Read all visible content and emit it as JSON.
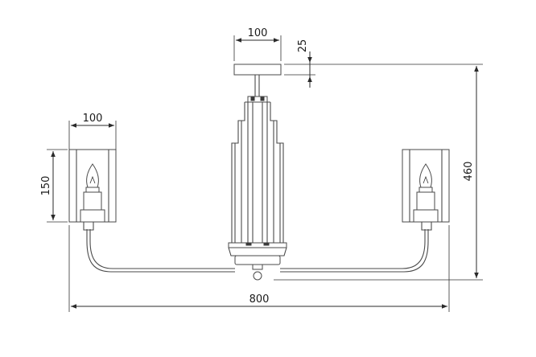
{
  "dimensions": {
    "canopy_width": "100",
    "canopy_height": "25",
    "shade_width": "100",
    "shade_height": "150",
    "total_height": "460",
    "total_width": "800"
  },
  "colors": {
    "line": "#2a2a2a",
    "fixture": "#4a4a4a",
    "background": "#ffffff"
  }
}
